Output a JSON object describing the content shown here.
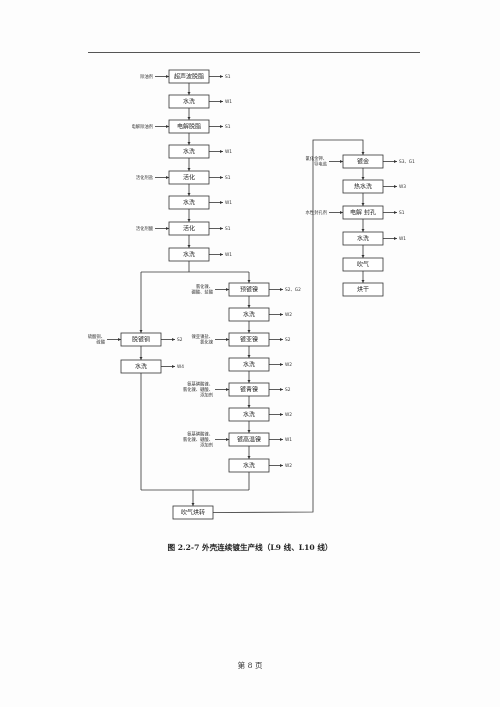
{
  "diagram": {
    "nodes": [
      {
        "id": "n1",
        "label": "超声波脱脂",
        "inputs": [
          "除油剂"
        ],
        "outputs": "S1"
      },
      {
        "id": "n2",
        "label": "水洗",
        "inputs": [],
        "outputs": "W1"
      },
      {
        "id": "n3",
        "label": "电解脱脂",
        "inputs": [
          "电解除油剂"
        ],
        "outputs": "S1"
      },
      {
        "id": "n4",
        "label": "水洗",
        "inputs": [],
        "outputs": "W1"
      },
      {
        "id": "n5",
        "label": "活化",
        "inputs": [
          "活化剂盐"
        ],
        "outputs": "S1"
      },
      {
        "id": "n6",
        "label": "水洗",
        "inputs": [],
        "outputs": "W1"
      },
      {
        "id": "n7",
        "label": "活化",
        "inputs": [
          "活化剂酸"
        ],
        "outputs": "S1"
      },
      {
        "id": "n8",
        "label": "水洗",
        "inputs": [],
        "outputs": "W1"
      },
      {
        "id": "p1",
        "label": "预镀镍",
        "inputs": [
          "氯化镍、",
          "硼酸、盐酸"
        ],
        "outputs": "S2、G2"
      },
      {
        "id": "p2",
        "label": "水洗",
        "inputs": [],
        "outputs": "W2"
      },
      {
        "id": "p3",
        "label": "镀亚镍",
        "inputs": [
          "镍亚镍盐、",
          "氯化镍"
        ],
        "outputs": "S2"
      },
      {
        "id": "p4",
        "label": "水洗",
        "inputs": [],
        "outputs": "W2"
      },
      {
        "id": "p5",
        "label": "镀青镍",
        "inputs": [
          "氨基磺酸镍、",
          "氯化镍、硼酸、",
          "添加剂"
        ],
        "outputs": "S2"
      },
      {
        "id": "p6",
        "label": "水洗",
        "inputs": [],
        "outputs": "W2"
      },
      {
        "id": "p7",
        "label": "镀高温镍",
        "inputs": [
          "氨基磺酸镍、",
          "氯化镍、硼酸、",
          "添加剂"
        ],
        "outputs": "W1"
      },
      {
        "id": "p8",
        "label": "水洗",
        "inputs": [],
        "outputs": "W2"
      },
      {
        "id": "l1",
        "label": "脱镀铜",
        "inputs": [
          "硫酸铜、",
          "硫酸"
        ],
        "outputs": "S2"
      },
      {
        "id": "l2",
        "label": "水洗",
        "inputs": [],
        "outputs": "W4"
      },
      {
        "id": "m1",
        "label": "吹气烘转",
        "inputs": [],
        "outputs": ""
      },
      {
        "id": "r1",
        "label": "镀金",
        "inputs": [
          "氰化金钾、",
          "导电盐"
        ],
        "outputs": "S3、G1"
      },
      {
        "id": "r2",
        "label": "热水洗",
        "inputs": [],
        "outputs": "W3"
      },
      {
        "id": "r3",
        "label": "电解 封孔",
        "inputs": [
          "水性封孔剂"
        ],
        "outputs": "S1"
      },
      {
        "id": "r4",
        "label": "水洗",
        "inputs": [],
        "outputs": "W1"
      },
      {
        "id": "r5",
        "label": "吹气",
        "inputs": [],
        "outputs": ""
      },
      {
        "id": "r6",
        "label": "烘干",
        "inputs": [],
        "outputs": ""
      }
    ]
  },
  "caption": "图 2.2-7  外壳连续镀生产线（L9 线、L10 线）",
  "footer": "第 8 页"
}
